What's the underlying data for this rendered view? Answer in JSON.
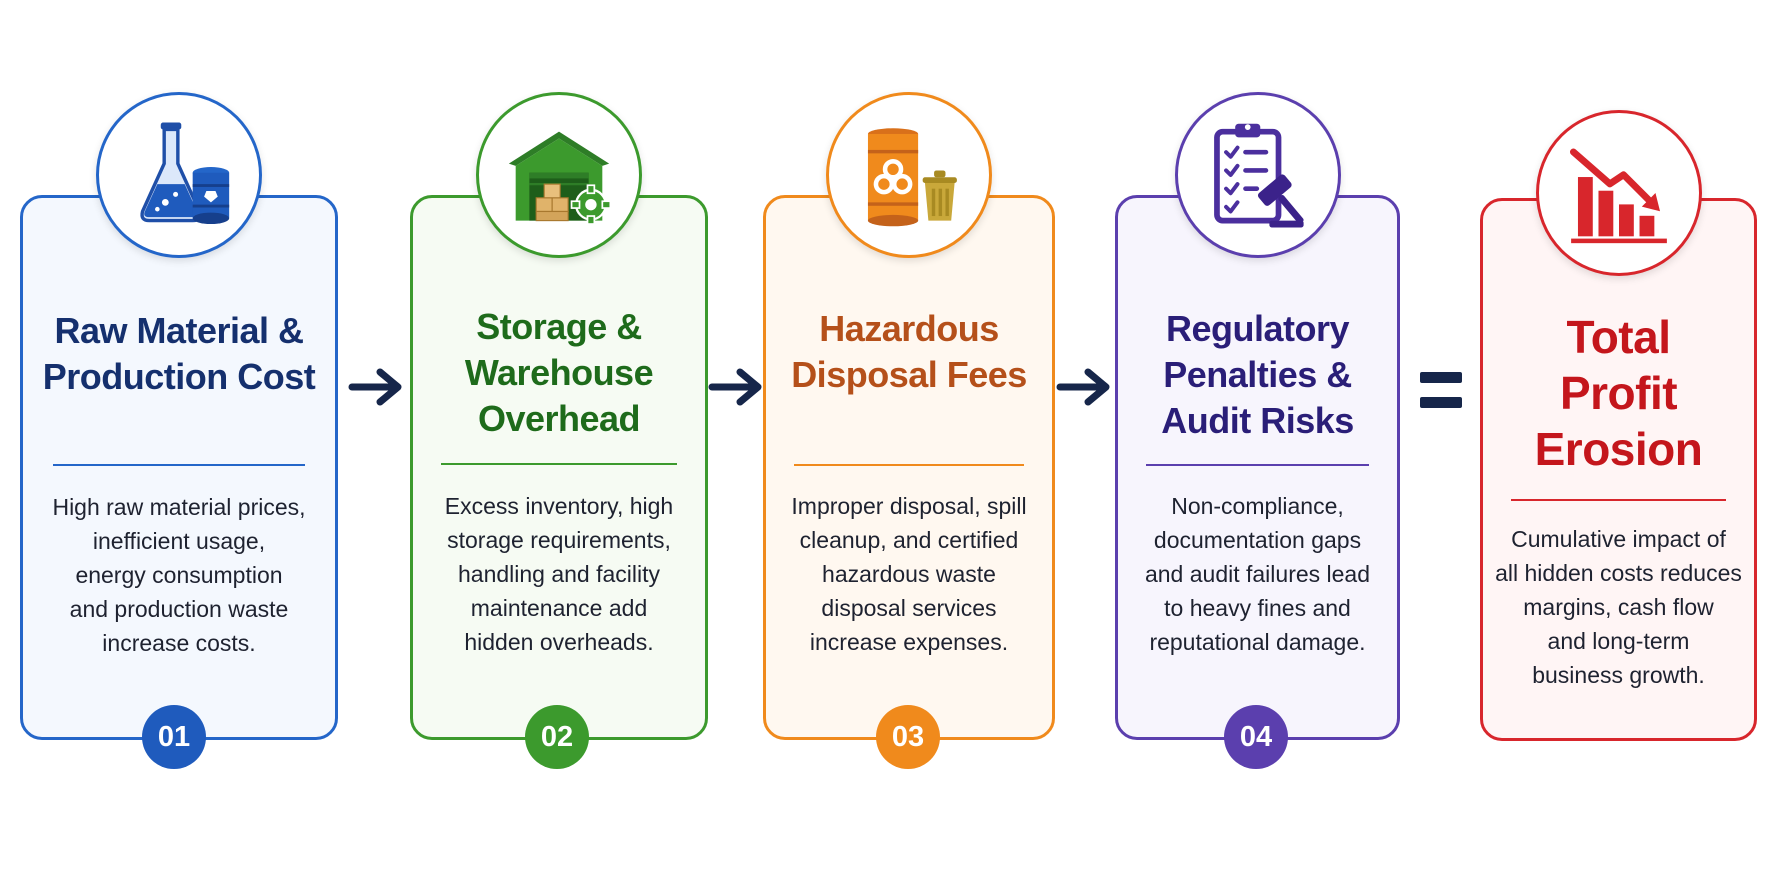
{
  "colors": {
    "blue": "#1f5bbd",
    "green": "#3c9a2d",
    "orange": "#f08a1c",
    "purple": "#5b3fae",
    "red": "#d8262c",
    "arrow": "#16264a"
  },
  "steps": [
    {
      "icon": "flask-barrel-icon",
      "title_lines": [
        "Raw Material &",
        "Production Cost"
      ],
      "desc_lines": [
        "High raw material prices,",
        "inefficient usage,",
        "energy consumption",
        "and production waste",
        "increase costs."
      ],
      "badge": "01"
    },
    {
      "icon": "warehouse-gear-icon",
      "title_lines": [
        "Storage &",
        "Warehouse",
        "Overhead"
      ],
      "desc_lines": [
        "Excess inventory, high",
        "storage requirements,",
        "handling and facility",
        "maintenance add",
        "hidden overheads."
      ],
      "badge": "02"
    },
    {
      "icon": "biohazard-barrel-icon",
      "title_lines": [
        "Hazardous",
        "Disposal Fees"
      ],
      "desc_lines": [
        "Improper disposal, spill",
        "cleanup, and certified",
        "hazardous waste",
        "disposal services",
        "increase expenses."
      ],
      "badge": "03"
    },
    {
      "icon": "clipboard-gavel-icon",
      "title_lines": [
        "Regulatory",
        "Penalties &",
        "Audit Risks"
      ],
      "desc_lines": [
        "Non-compliance,",
        "documentation gaps",
        "and audit failures lead",
        "to heavy fines and",
        "reputational damage."
      ],
      "badge": "04"
    }
  ],
  "result": {
    "icon": "declining-bar-chart-icon",
    "title_lines": [
      "Total",
      "Profit",
      "Erosion"
    ],
    "desc_lines": [
      "Cumulative impact of",
      "all hidden costs reduces",
      "margins, cash flow",
      "and long-term",
      "business growth."
    ]
  }
}
